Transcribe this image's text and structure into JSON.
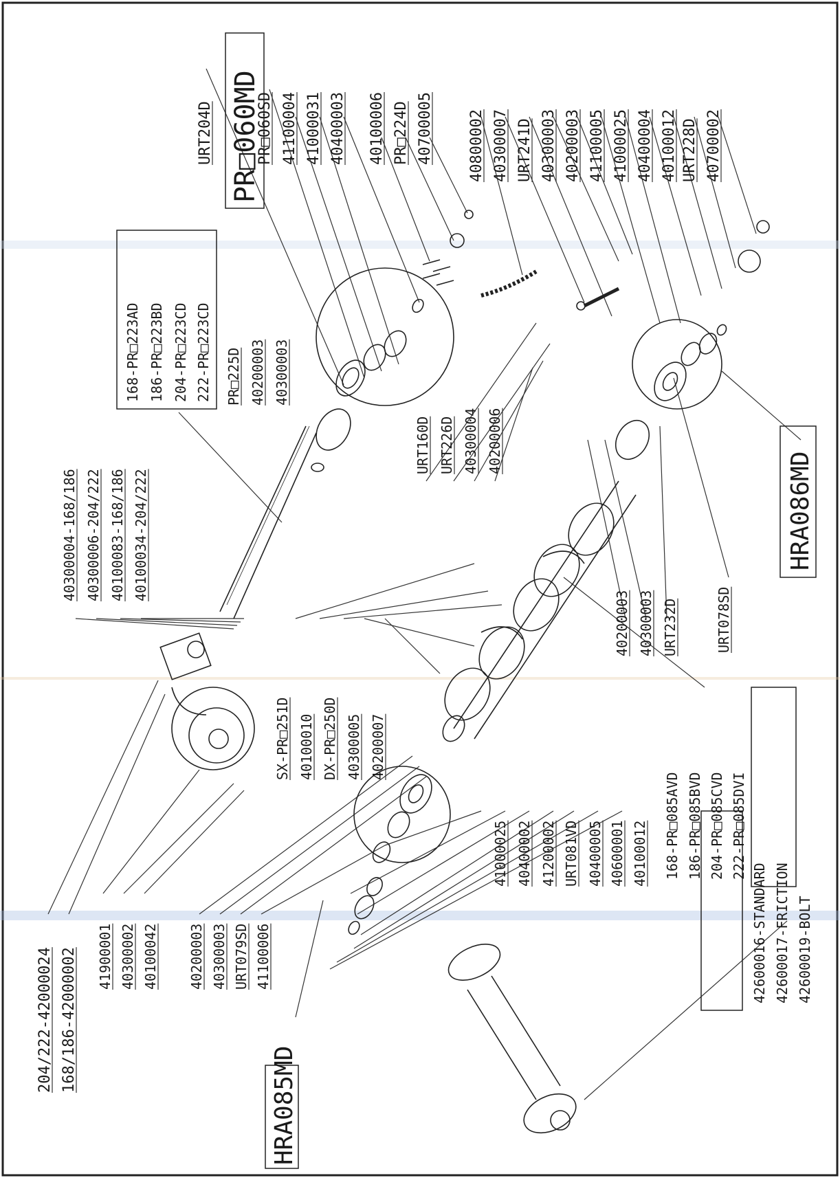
{
  "labels": {
    "pr060md": "PR□060MD",
    "urt204d": "URT204D",
    "pr060sd": "PR□060SD",
    "p41100004": "41100004",
    "p41000031": "41000031",
    "p40400003_top": "40400003",
    "p40100006": "40100006",
    "pr224d": "PR□224D",
    "p40700005": "40700005",
    "p40800002": "40800002",
    "p40300007": "40300007",
    "urt241d": "URT241D",
    "p40300003_r": "40300003",
    "p40200003_r": "40200003",
    "p41100005": "41100005",
    "p41000025_r": "41000025",
    "p40400004": "40400004",
    "p40100012_r": "40100012",
    "urt228d": "URT228D",
    "p40700002": "40700002",
    "pr223_1": "168-PR□223AD",
    "pr223_2": "186-PR□223BD",
    "pr223_3": "204-PR□223CD",
    "pr223_4": "222-PR□223CD",
    "pr225d": "PR□225D",
    "p40200003_s": "40200003",
    "p40300003_s": "40300003",
    "shaft_1": "40300004-168/186",
    "shaft_2": "40300006-204/222",
    "shaft_3": "40100083-168/186",
    "shaft_4": "40100034-204/222",
    "urt160d": "URT160D",
    "urt226d": "URT226D",
    "p40300004": "40300004",
    "p40200006": "40200006",
    "sx251d": "SX-PR□251D",
    "p40100010": "40100010",
    "dx250d": "DX-PR□250D",
    "p40300005": "40300005",
    "p40200007": "40200007",
    "p40200003_b": "40200003",
    "p40300003_b": "40300003",
    "urt232d": "URT232D",
    "urt078sd": "URT078SD",
    "hra086md": "HRA086MD",
    "gb_1": "204/222-42000024",
    "gb_2": "168/186-42000002",
    "p41900001": "41900001",
    "p40300002": "40300002",
    "p40100042": "40100042",
    "p40200003_l": "40200003",
    "p40300003_l": "40300003",
    "urt079sd": "URT079SD",
    "p41100006": "41100006",
    "hra085md": "HRA085MD",
    "p41000025_l": "41000025",
    "p40400002": "40400002",
    "p41200002": "41200002",
    "urt081vd": "URT081VD",
    "p40400005": "40400005",
    "p40600001": "40600001",
    "p40100012_l": "40100012",
    "pr085_1": "168-PR□085AVD",
    "pr085_2": "186-PR□085BVD",
    "pr085_3": "204-PR□085CVD",
    "pr085_4": "222-PR□085DVI",
    "pto_1": "42600016-STANDARD",
    "pto_2": "42600017-FRICTION",
    "pto_3": "42600019-BOLT"
  }
}
